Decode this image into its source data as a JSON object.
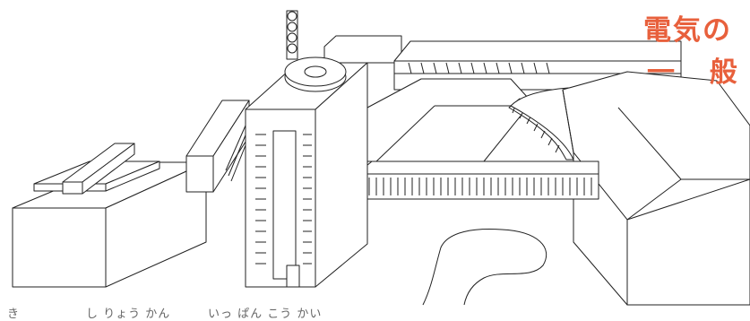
{
  "colors": {
    "accent": "#e8603c",
    "line": "#222222",
    "background": "#ffffff"
  },
  "title": {
    "line1": "",
    "line2": "電気の",
    "line3": "一 般"
  },
  "ruby": {
    "r1": "き",
    "r2": "し りょう かん",
    "r3": "いっ ぱん こう かい"
  }
}
